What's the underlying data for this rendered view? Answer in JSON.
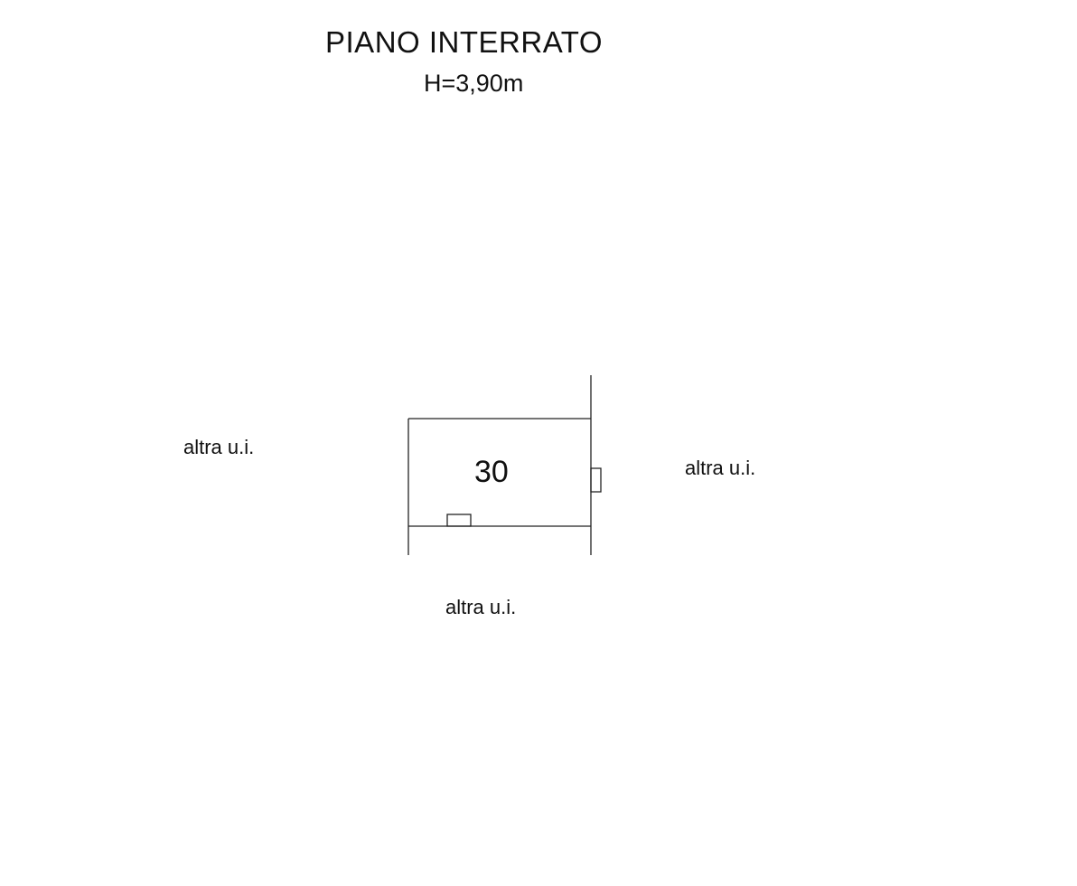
{
  "plan": {
    "title": "PIANO INTERRATO",
    "height_label": "H=3,90m",
    "room_number": "30"
  },
  "neighbors": {
    "left": "altra u.i.",
    "right": "altra u.i.",
    "bottom": "altra u.i."
  },
  "colors": {
    "line": "#222222",
    "background": "#ffffff"
  }
}
